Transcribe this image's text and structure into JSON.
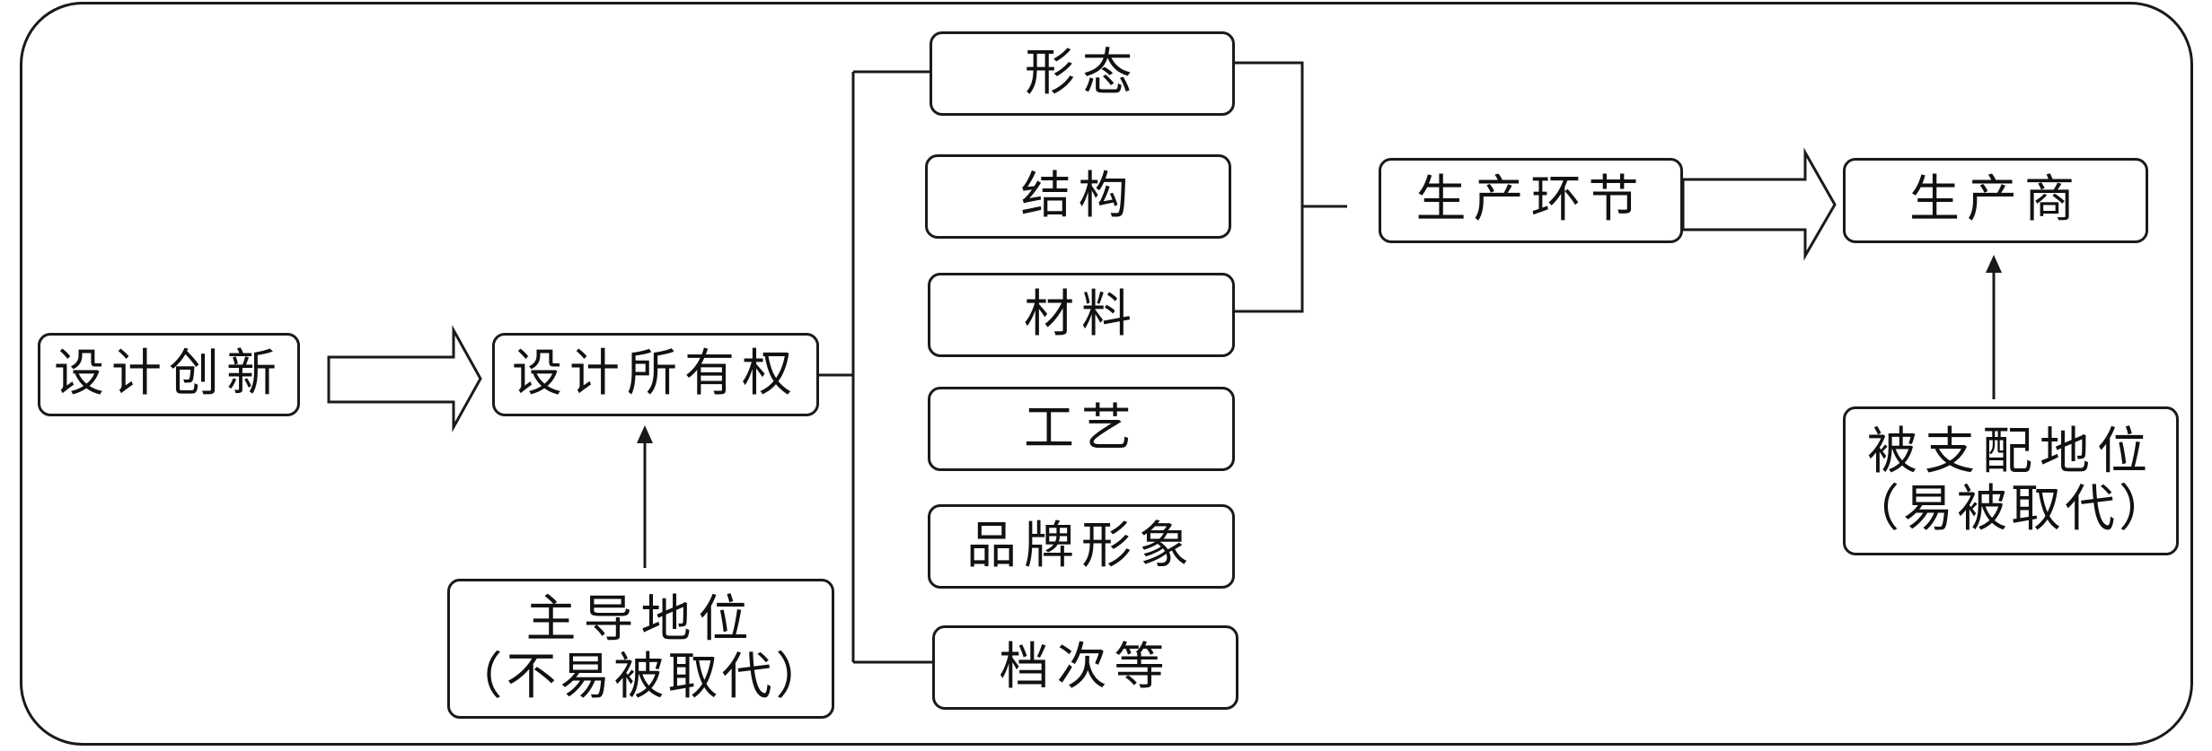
{
  "nodes": {
    "design_innovation": "设计创新",
    "design_ownership": "设计所有权",
    "dominant_line1": "主导地位",
    "dominant_line2": "（不易被取代）",
    "form": "形态",
    "structure": "结构",
    "material": "材料",
    "craft": "工艺",
    "brand_image": "品牌形象",
    "grade": "档次等",
    "production": "生产环节",
    "producer": "生产商",
    "subordinate_line1": "被支配地位",
    "subordinate_line2": "（易被取代）"
  },
  "colors": {
    "stroke": "#1a1a1a",
    "background": "#ffffff"
  }
}
